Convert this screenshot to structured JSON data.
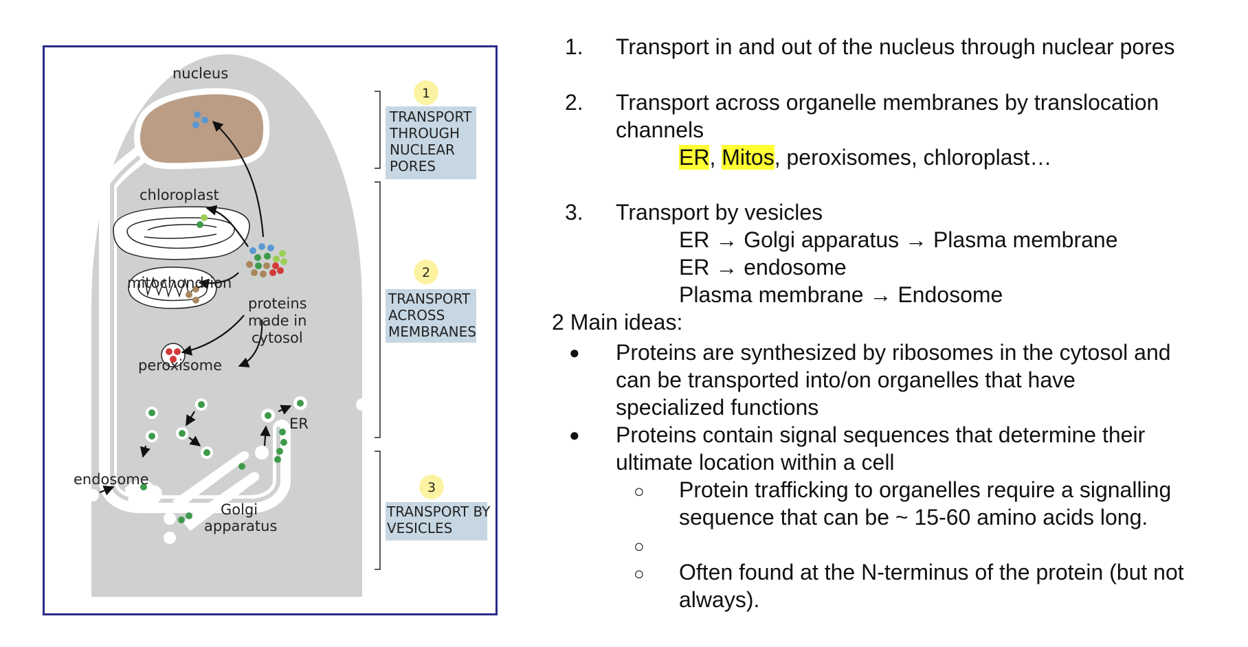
{
  "slide": {
    "title_fragment": "g          g"
  },
  "diagram": {
    "labels": {
      "nucleus": "nucleus",
      "chloroplast": "chloroplast",
      "mitochondrion": "mitochondrion",
      "peroxisome": "peroxisome",
      "proteins_line1": "proteins",
      "proteins_line2": "made in",
      "proteins_line3": "cytosol",
      "er": "ER",
      "endosome": "endosome",
      "golgi_line1": "Golgi",
      "golgi_line2": "apparatus"
    },
    "steps": [
      {
        "number": "1",
        "lines": [
          "TRANSPORT",
          "THROUGH",
          "NUCLEAR",
          "PORES"
        ]
      },
      {
        "number": "2",
        "lines": [
          "TRANSPORT",
          "ACROSS",
          "MEMBRANES"
        ]
      },
      {
        "number": "3",
        "lines": [
          "TRANSPORT BY",
          "VESICLES"
        ]
      }
    ],
    "colors": {
      "border": "#2b2a8a",
      "cell": "#cfd1d0",
      "nucleus": "#bb9d86",
      "step_box": "#c6d7e3",
      "badge": "#fbf3a2",
      "blue_dot": "#5b98d2",
      "green_dot": "#3e9a4b",
      "lightgreen_dot": "#9ccd55",
      "brown_dot": "#a8875c",
      "red_dot": "#d23a3a"
    }
  },
  "notes": {
    "item1_num": "1.",
    "item1_text": "Transport in and out of the nucleus through nuclear pores",
    "item2_num": "2.",
    "item2_line1": "Transport across organelle membranes by translocation",
    "item2_line2": "channels",
    "item2_er": "ER",
    "item2_comma": ",",
    "item2_mitos": "Mitos",
    "item2_rest": ", peroxisomes, chloroplast…",
    "item3_num": "3.",
    "item3_text": "Transport by vesicles",
    "item3_route1": "ER → Golgi apparatus → Plasma membrane",
    "item3_route2": "ER → endosome",
    "item3_route3": "Plasma membrane → Endosome",
    "main_ideas": "2 Main ideas:",
    "bullet_symbol": "●",
    "sub_bullet_symbol": "○",
    "idea1_line1": "Proteins are synthesized by ribosomes in the cytosol and",
    "idea1_line2": "can be transported into/on organelles that have",
    "idea1_line3": "specialized functions",
    "idea2_line1": "Proteins contain signal sequences that determine their",
    "idea2_line2": "ultimate location within a cell",
    "sub1_line1": "Protein trafficking to organelles require a signalling",
    "sub1_line2": "sequence that can be ~ 15-60 amino acids long.",
    "sub3_line1": "Often found at the N-terminus of the protein (but not",
    "sub3_line2": "always)."
  }
}
